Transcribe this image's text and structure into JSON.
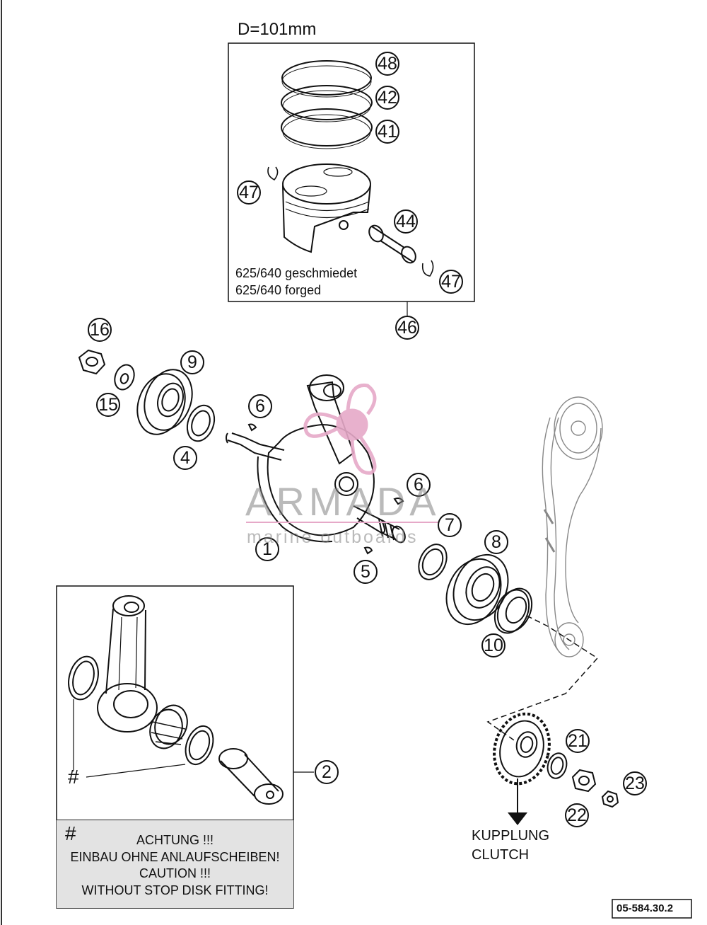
{
  "piston_kit": {
    "diameter_label": "D=101mm",
    "note_de": "625/640  geschmiedet",
    "note_en": "625/640  forged"
  },
  "callouts": [
    {
      "id": "48",
      "label": "48"
    },
    {
      "id": "42",
      "label": "42"
    },
    {
      "id": "41",
      "label": "41"
    },
    {
      "id": "47a",
      "label": "47"
    },
    {
      "id": "44",
      "label": "44"
    },
    {
      "id": "47b",
      "label": "47"
    },
    {
      "id": "46",
      "label": "46"
    },
    {
      "id": "16",
      "label": "16"
    },
    {
      "id": "9",
      "label": "9"
    },
    {
      "id": "15",
      "label": "15"
    },
    {
      "id": "6a",
      "label": "6"
    },
    {
      "id": "4",
      "label": "4"
    },
    {
      "id": "6b",
      "label": "6"
    },
    {
      "id": "7",
      "label": "7"
    },
    {
      "id": "8",
      "label": "8"
    },
    {
      "id": "1",
      "label": "1"
    },
    {
      "id": "5",
      "label": "5"
    },
    {
      "id": "10",
      "label": "10"
    },
    {
      "id": "2",
      "label": "2"
    },
    {
      "id": "21",
      "label": "21"
    },
    {
      "id": "23",
      "label": "23"
    },
    {
      "id": "22",
      "label": "22"
    }
  ],
  "inset": {
    "hash_symbol": "#",
    "warning_lines": [
      "ACHTUNG !!!",
      "EINBAU OHNE ANLAUFSCHEIBEN!",
      "CAUTION !!!",
      "WITHOUT STOP DISK FITTING!"
    ]
  },
  "clutch_label": {
    "de": "KUPPLUNG",
    "en": "CLUTCH"
  },
  "watermark": {
    "brand": "ARMADA",
    "tagline": "marine outboards"
  },
  "drawing_number": "05-584.30.2",
  "colors": {
    "ink": "#111111",
    "note_bg": "#e3e3e3",
    "watermark_pink": "#e6a9c8"
  }
}
